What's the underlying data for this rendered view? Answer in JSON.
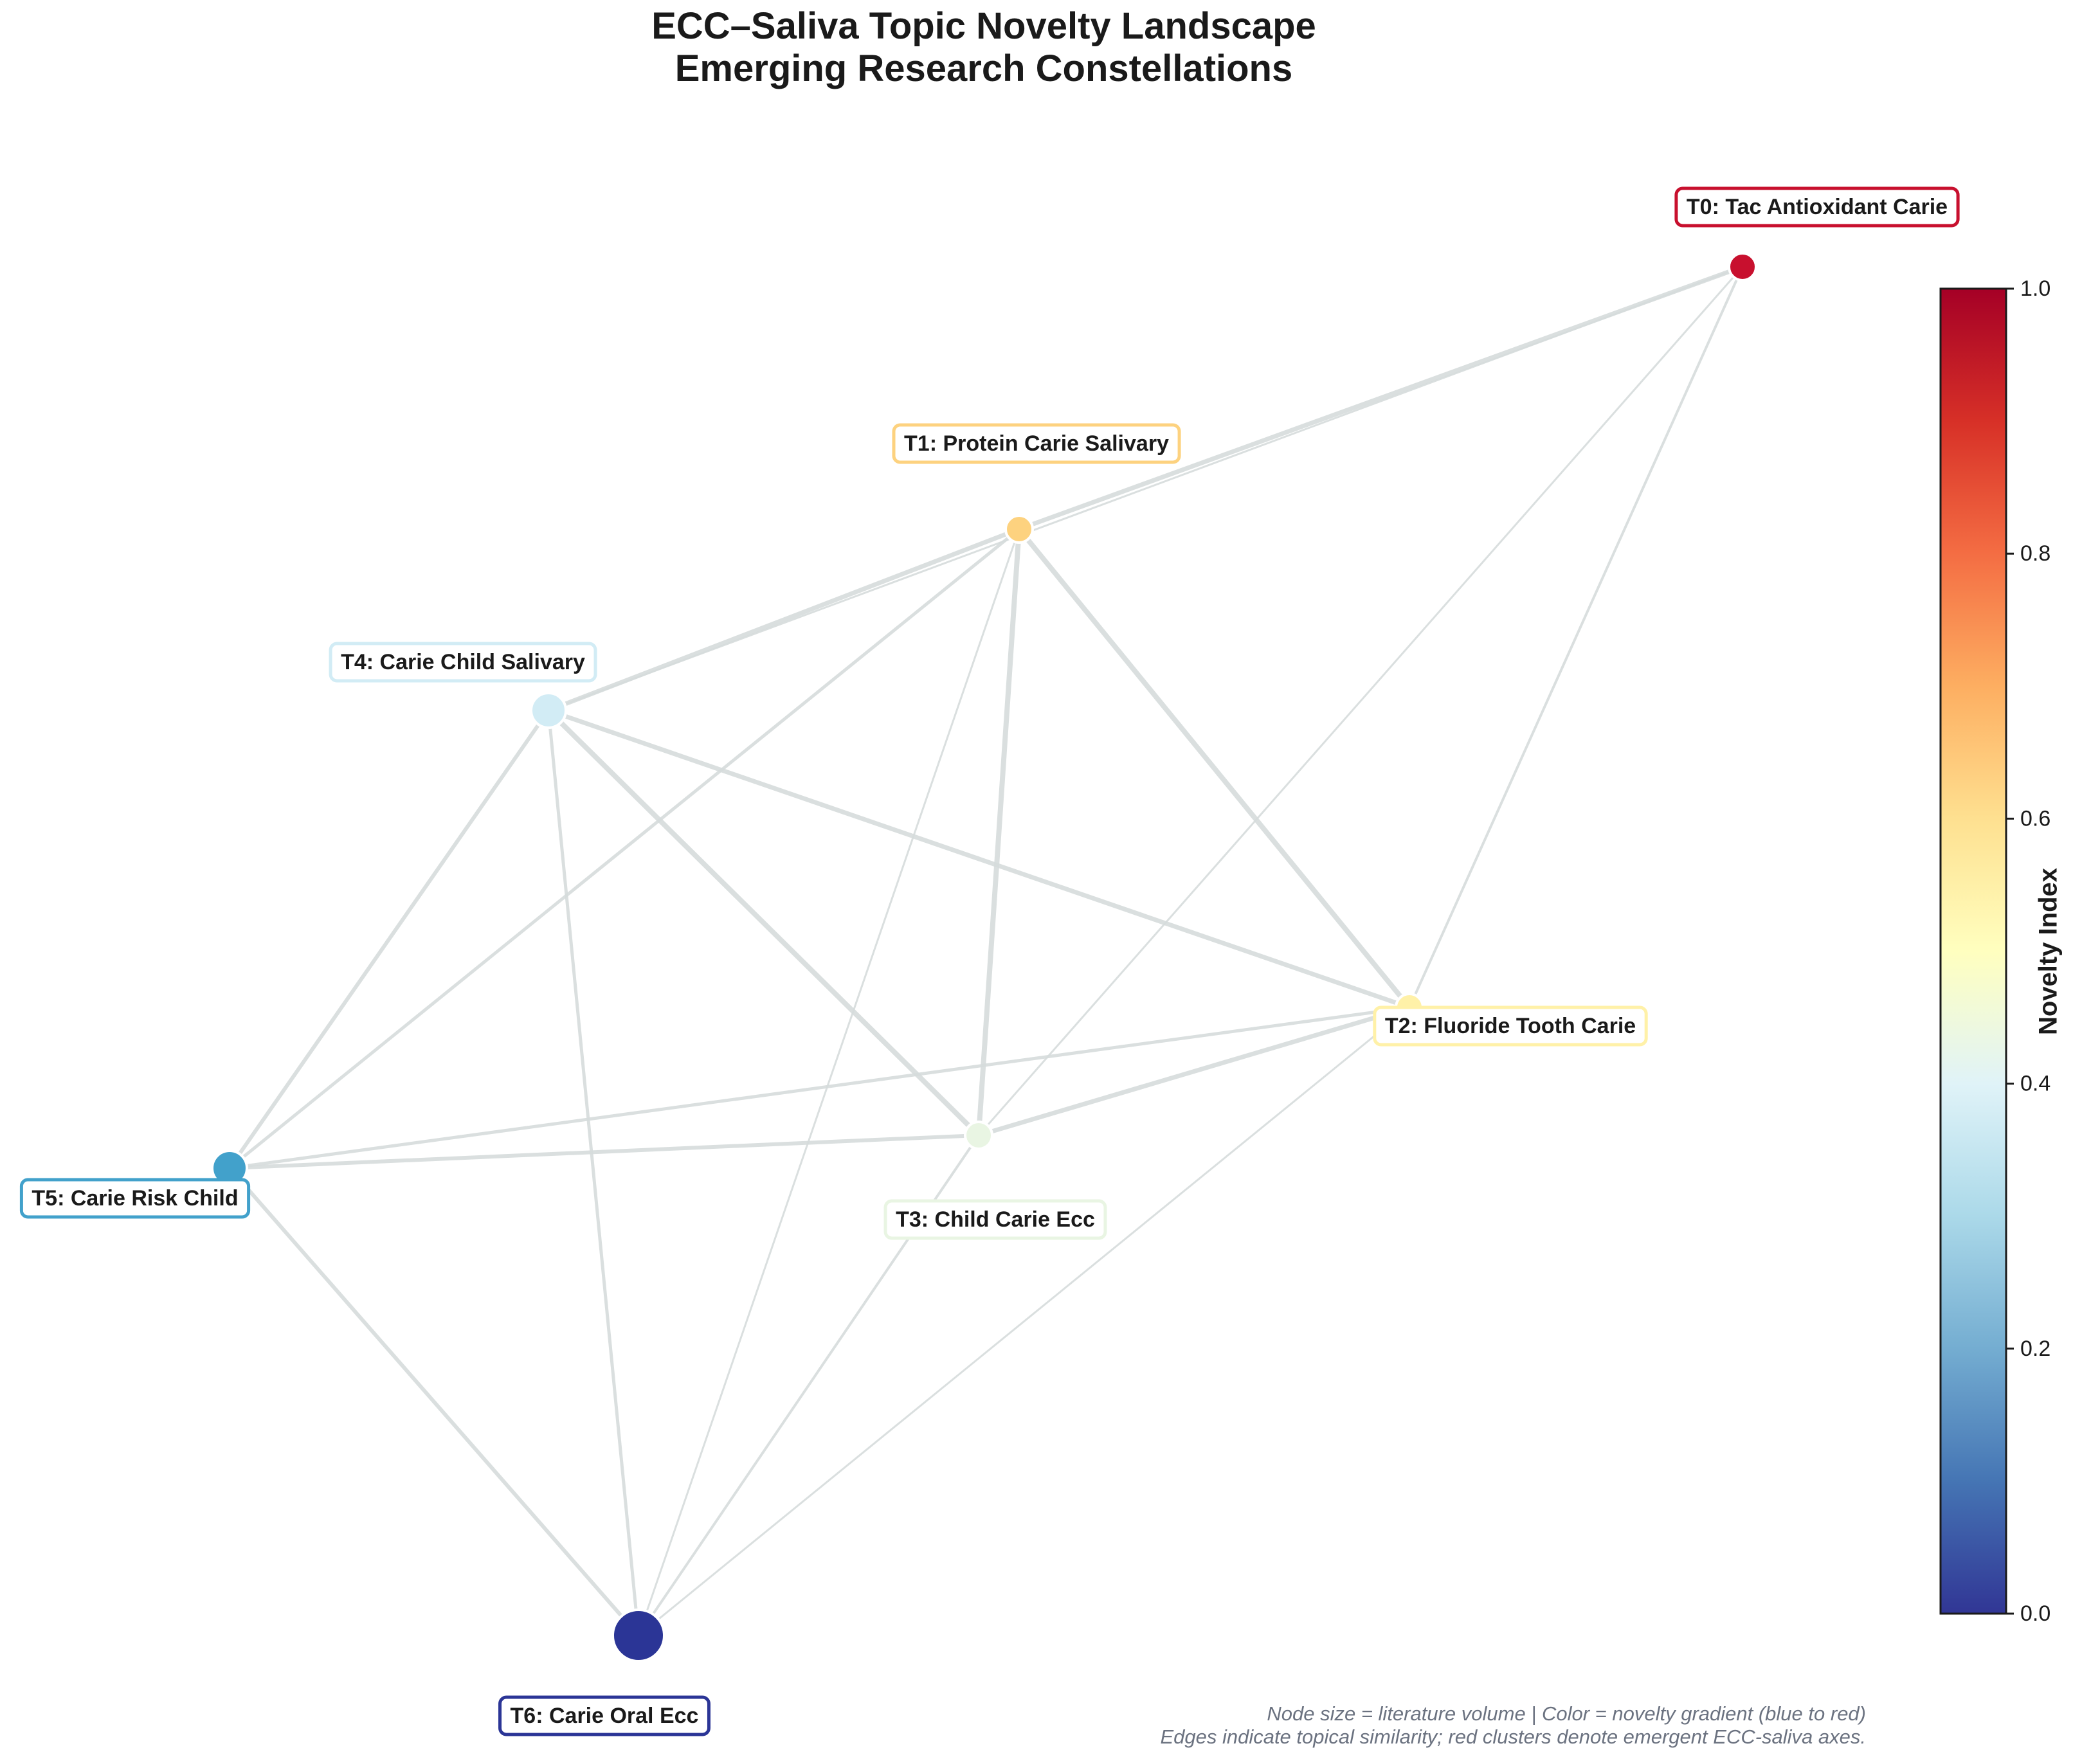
{
  "title": {
    "line1": "ECC–Saliva Topic Novelty Landscape",
    "line2": "Emerging Research Constellations"
  },
  "nodes": [
    {
      "id": "T0",
      "label": "T0: Tac Antioxidant Carie",
      "novelty": 1.0,
      "color": "#c8102e",
      "size": "small"
    },
    {
      "id": "T1",
      "label": "T1: Protein Carie Salivary",
      "novelty": 0.62,
      "color": "#fdd27f",
      "size": "small"
    },
    {
      "id": "T2",
      "label": "T2: Fluoride Tooth Carie",
      "novelty": 0.55,
      "color": "#fff1a8",
      "size": "small"
    },
    {
      "id": "T3",
      "label": "T3: Child Carie Ecc",
      "novelty": 0.45,
      "color": "#e9f5e3",
      "size": "small"
    },
    {
      "id": "T4",
      "label": "T4: Carie Child Salivary",
      "novelty": 0.37,
      "color": "#d2ecf5",
      "size": "medium"
    },
    {
      "id": "T5",
      "label": "T5: Carie Risk Child",
      "novelty": 0.2,
      "color": "#42a1cb",
      "size": "medium"
    },
    {
      "id": "T6",
      "label": "T6: Carie Oral Ecc",
      "novelty": 0.0,
      "color": "#2b3596",
      "size": "large"
    }
  ],
  "edges": [
    [
      "T1",
      "T0"
    ],
    [
      "T4",
      "T0"
    ],
    [
      "T0",
      "T3"
    ],
    [
      "T0",
      "T2"
    ],
    [
      "T4",
      "T1"
    ],
    [
      "T1",
      "T5"
    ],
    [
      "T1",
      "T3"
    ],
    [
      "T1",
      "T2"
    ],
    [
      "T1",
      "T6"
    ],
    [
      "T4",
      "T5"
    ],
    [
      "T4",
      "T3"
    ],
    [
      "T4",
      "T2"
    ],
    [
      "T4",
      "T6"
    ],
    [
      "T5",
      "T2"
    ],
    [
      "T5",
      "T3"
    ],
    [
      "T5",
      "T6"
    ],
    [
      "T3",
      "T2"
    ],
    [
      "T3",
      "T6"
    ],
    [
      "T2",
      "T6"
    ]
  ],
  "colorbar": {
    "title": "Novelty Index",
    "min": 0.0,
    "max": 1.0,
    "ticks": [
      "0.0",
      "0.2",
      "0.4",
      "0.6",
      "0.8",
      "1.0"
    ],
    "colormap": [
      "#313695",
      "#4575b4",
      "#74add1",
      "#abd9e9",
      "#e0f3f8",
      "#ffffbf",
      "#fee090",
      "#fdae61",
      "#f46d43",
      "#d73027",
      "#a50026"
    ]
  },
  "footnote": {
    "line1": "Node size = literature volume  |  Color = novelty gradient (blue to red)",
    "line2": "Edges indicate topical similarity; red clusters denote emergent ECC-saliva axes."
  }
}
